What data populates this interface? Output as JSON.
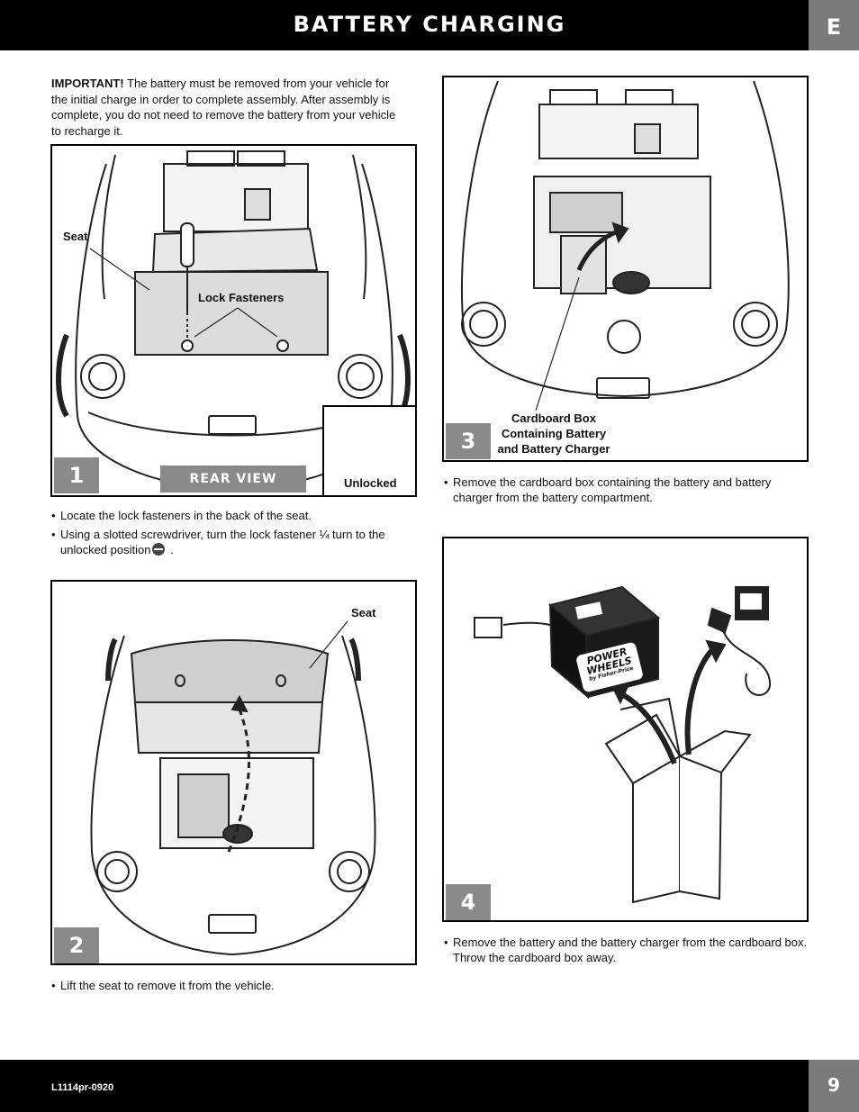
{
  "header": {
    "title": "BATTERY CHARGING",
    "tab": "E"
  },
  "intro": {
    "important": "IMPORTANT!",
    "text": " The battery must be removed from your vehicle for the initial charge in order to complete assembly. After assembly is complete, you do not need to remove the battery from your vehicle to recharge it."
  },
  "step1": {
    "number": "1",
    "label_seat": "Seat",
    "label_fasteners": "Lock Fasteners",
    "rear_view": "REAR VIEW",
    "unlocked": "Unlocked",
    "bullets": [
      "Locate the lock fasteners in the back of the seat.",
      "Using a slotted screwdriver, turn the lock fastener ",
      "¼",
      " turn to the unlocked position",
      " ."
    ]
  },
  "step2": {
    "number": "2",
    "label_seat": "Seat",
    "bullet": "Lift the seat to remove it from the vehicle."
  },
  "step3": {
    "number": "3",
    "callout_line1": "Cardboard Box",
    "callout_line2": "Containing Battery",
    "callout_line3": "and Battery Charger",
    "bullet": "Remove the cardboard box containing the battery and battery charger from the battery compartment."
  },
  "step4": {
    "number": "4",
    "brand_line1": "POWER",
    "brand_line2": "WHEELS",
    "brand_line3": "by Fisher-Price",
    "bullet": "Remove the battery and the battery charger from the cardboard box. Throw the cardboard box away."
  },
  "footer": {
    "code": "L1114pr-0920",
    "page": "9"
  }
}
